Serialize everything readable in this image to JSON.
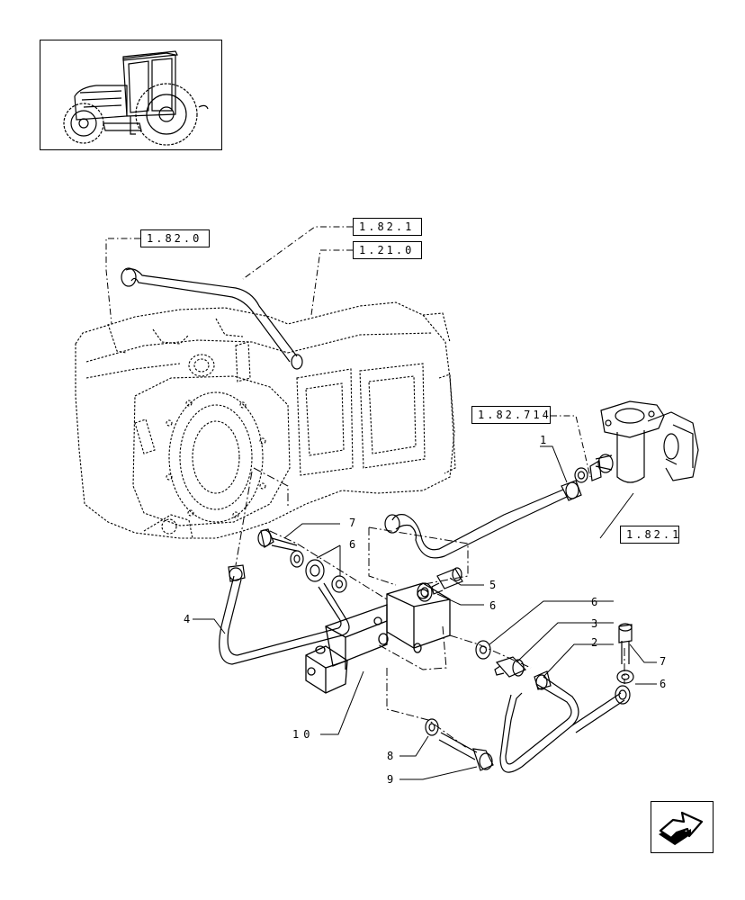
{
  "refs": {
    "r1": "1.82.0",
    "r2": "1.82.1",
    "r3": "1.21.0",
    "r4": "1.82.714",
    "r5": "1.82.1"
  },
  "callouts": {
    "c1": "1",
    "c2": "2",
    "c3": "3",
    "c4": "4",
    "c5": "5",
    "c6a": "6",
    "c6b": "6",
    "c6c": "6",
    "c6d": "6",
    "c7a": "7",
    "c7b": "7",
    "c8": "8",
    "c9": "9",
    "c10": "10"
  },
  "icons": {
    "thumbnail": "tractor-icon",
    "next": "next-page-arrow-icon"
  },
  "colors": {
    "line": "#000000",
    "background": "#ffffff"
  }
}
